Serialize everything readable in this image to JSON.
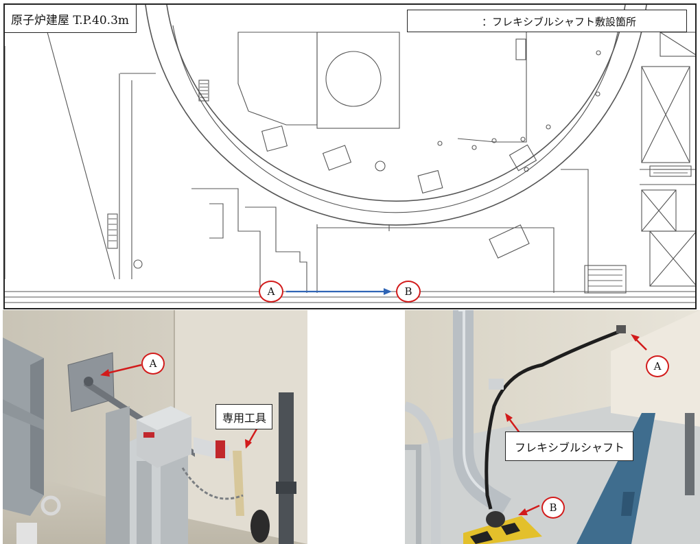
{
  "plan": {
    "title": "原子炉建屋 T.P.40.3m",
    "legend_text": "：フレキシブルシャフト敷設箇所",
    "point_a": "A",
    "point_b": "B",
    "colors": {
      "route_line": "#2f64b5",
      "marker_ring": "#d21b1b"
    }
  },
  "photo_left": {
    "point_a": "A",
    "tool_label": "専用工具"
  },
  "photo_right": {
    "point_a": "A",
    "point_b": "B",
    "shaft_label": "フレキシブルシャフト"
  }
}
